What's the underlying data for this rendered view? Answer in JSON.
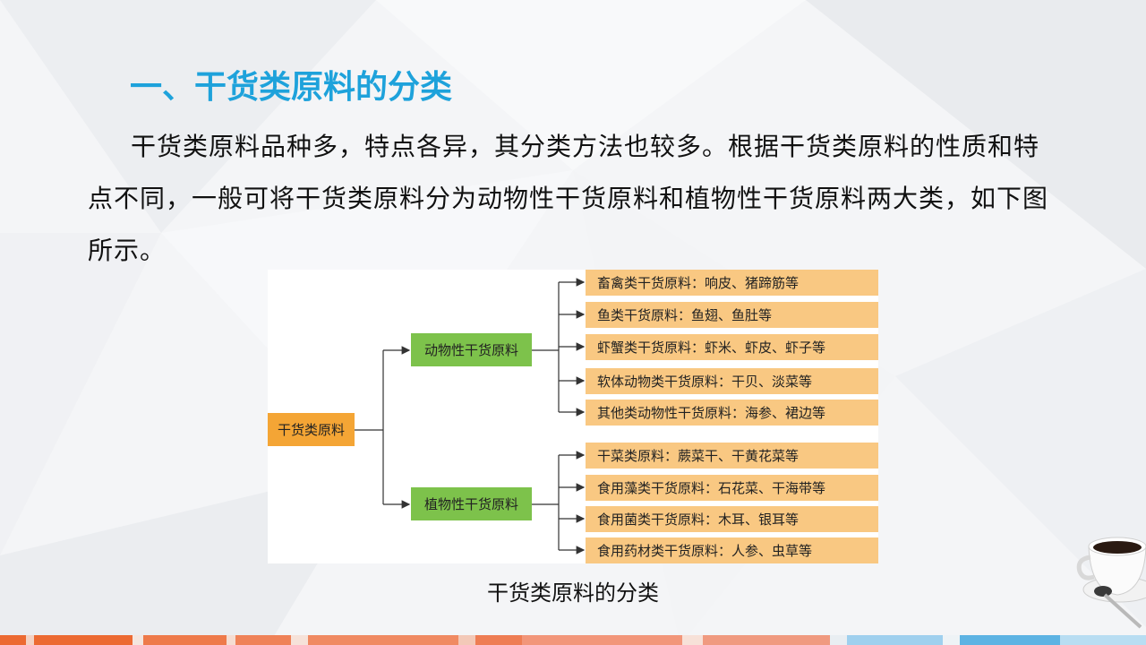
{
  "title": "一、干货类原料的分类",
  "paragraph": "干货类原料品种多，特点各异，其分类方法也较多。根据干货类原料的性质和特点不同，一般可将干货类原料分为动物性干货原料和植物性干货原料两大类，如下图所示。",
  "diagram": {
    "root": "干货类原料",
    "animal": {
      "label": "动物性干货原料",
      "items": [
        "畜禽类干货原料：响皮、猪蹄筋等",
        "鱼类干货原料：鱼翅、鱼肚等",
        "虾蟹类干货原料：虾米、虾皮、虾子等",
        "软体动物类干货原料：干贝、淡菜等",
        "其他类动物性干货原料：海参、裙边等"
      ]
    },
    "plant": {
      "label": "植物性干货原料",
      "items": [
        "干菜类原料：蕨菜干、干黄花菜等",
        "食用藻类干货原料：石花菜、干海带等",
        "食用菌类干货原料：木耳、银耳等",
        "食用药材类干货原料：人参、虫草等"
      ]
    }
  },
  "caption": "干货类原料的分类",
  "colors": {
    "title": "#1ea2db",
    "root_box": "#f4a535",
    "category_box": "#7dc24b",
    "leaf_box": "#f9c882",
    "bar_orange": "#ec6a32",
    "bar_blue": "#5db3e3"
  },
  "decoration": {
    "corner_image": "coffee-cup-icon"
  }
}
